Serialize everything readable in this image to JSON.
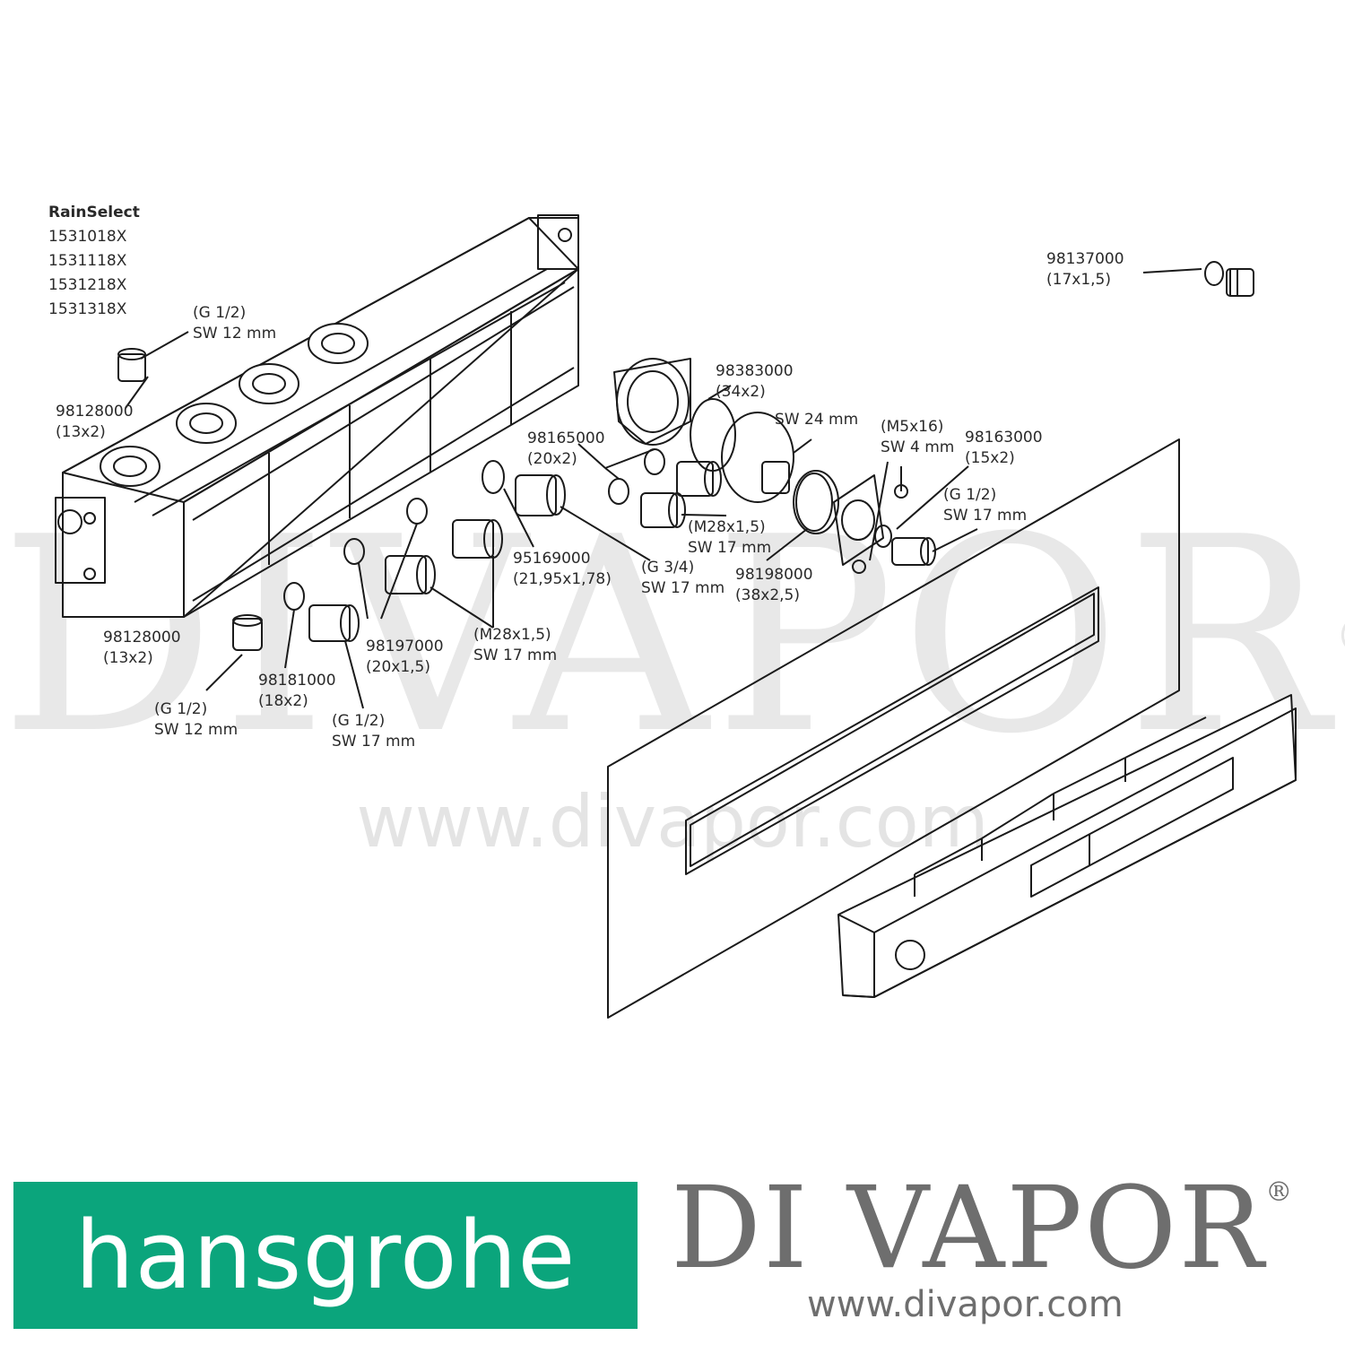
{
  "header": {
    "product": "RainSelect",
    "models": [
      "1531018X",
      "1531118X",
      "1531218X",
      "1531318X"
    ]
  },
  "callouts": [
    {
      "id": "98137000",
      "lines": [
        "98137000",
        "(17x1,5)"
      ]
    },
    {
      "id": "plug-top",
      "lines": [
        "(G 1/2)",
        "SW 12 mm"
      ]
    },
    {
      "id": "98128000-top",
      "lines": [
        "98128000",
        "(13x2)"
      ]
    },
    {
      "id": "98383000",
      "lines": [
        "98383000",
        "(34x2)"
      ]
    },
    {
      "id": "sw24",
      "lines": [
        "SW 24 mm"
      ]
    },
    {
      "id": "m5x16",
      "lines": [
        "(M5x16)",
        "SW 4 mm"
      ]
    },
    {
      "id": "98163000",
      "lines": [
        "98163000",
        "(15x2)"
      ]
    },
    {
      "id": "98165000",
      "lines": [
        "98165000",
        "(20x2)"
      ]
    },
    {
      "id": "g12-sw17-right",
      "lines": [
        "(G 1/2)",
        "SW 17 mm"
      ]
    },
    {
      "id": "m28-upper",
      "lines": [
        "(M28x1,5)",
        "SW 17 mm"
      ]
    },
    {
      "id": "95169000",
      "lines": [
        "95169000",
        "(21,95x1,78)"
      ]
    },
    {
      "id": "g34",
      "lines": [
        "(G 3/4)",
        "SW 17 mm"
      ]
    },
    {
      "id": "98198000",
      "lines": [
        "98198000",
        "(38x2,5)"
      ]
    },
    {
      "id": "m28-lower",
      "lines": [
        "(M28x1,5)",
        "SW 17 mm"
      ]
    },
    {
      "id": "98128000-bottom",
      "lines": [
        "98128000",
        "(13x2)"
      ]
    },
    {
      "id": "98197000",
      "lines": [
        "98197000",
        "(20x1,5)"
      ]
    },
    {
      "id": "98181000",
      "lines": [
        "98181000",
        "(18x2)"
      ]
    },
    {
      "id": "plug-bottom",
      "lines": [
        "(G 1/2)",
        "SW 12 mm"
      ]
    },
    {
      "id": "g12-sw17-bottom",
      "lines": [
        "(G 1/2)",
        "SW 17 mm"
      ]
    }
  ],
  "watermark": {
    "big": "DIVAPOR",
    "registered": "®",
    "url": "www.divapor.com"
  },
  "footer": {
    "hansgrohe": "hansgrohe",
    "divapor": "DI VAPOR",
    "registered": "®",
    "url": "www.divapor.com"
  },
  "colors": {
    "hansgrohe_green": "#0ba57c",
    "divapor_gray": "#6e6e6e",
    "line": "#1a1a1a",
    "watermark": "#e8e8e8"
  }
}
